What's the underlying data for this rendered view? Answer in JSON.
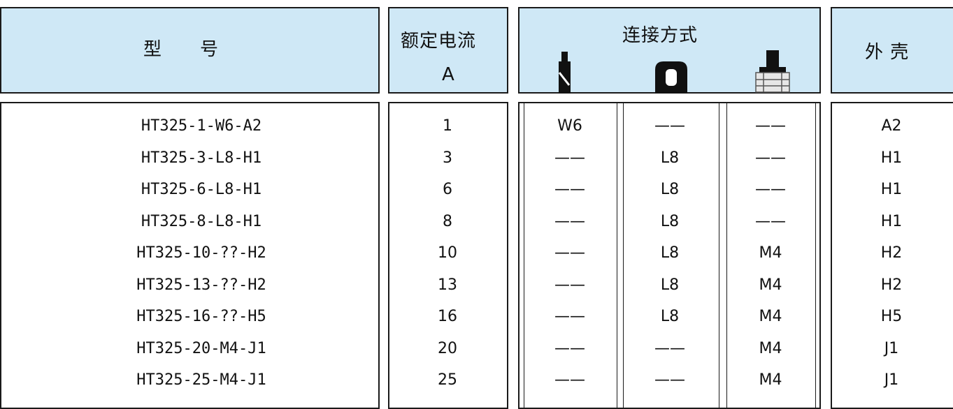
{
  "header": {
    "model_label": "型　　号",
    "current_label_line1": "额定电流",
    "current_label_line2": "A",
    "connection_label": "连接方式",
    "housing_label": "外 壳"
  },
  "connection_icons": [
    "wire-lead-icon",
    "loop-terminal-icon",
    "screw-terminal-icon"
  ],
  "colors": {
    "header_bg": "#cfe8f6",
    "border": "#1a1a1a"
  },
  "rows": [
    {
      "model": "HT325-1-W6-A2",
      "current": "1",
      "w": "W6",
      "l": "——",
      "m": "——",
      "housing": "A2"
    },
    {
      "model": "HT325-3-L8-H1",
      "current": "3",
      "w": "——",
      "l": "L8",
      "m": "——",
      "housing": "H1"
    },
    {
      "model": "HT325-6-L8-H1",
      "current": "6",
      "w": "——",
      "l": "L8",
      "m": "——",
      "housing": "H1"
    },
    {
      "model": "HT325-8-L8-H1",
      "current": "8",
      "w": "——",
      "l": "L8",
      "m": "——",
      "housing": "H1"
    },
    {
      "model": "HT325-10-??-H2",
      "current": "10",
      "w": "——",
      "l": "L8",
      "m": "M4",
      "housing": "H2"
    },
    {
      "model": "HT325-13-??-H2",
      "current": "13",
      "w": "——",
      "l": "L8",
      "m": "M4",
      "housing": "H2"
    },
    {
      "model": "HT325-16-??-H5",
      "current": "16",
      "w": "——",
      "l": "L8",
      "m": "M4",
      "housing": "H5"
    },
    {
      "model": "HT325-20-M4-J1",
      "current": "20",
      "w": "——",
      "l": "——",
      "m": "M4",
      "housing": "J1"
    },
    {
      "model": "HT325-25-M4-J1",
      "current": "25",
      "w": "——",
      "l": "——",
      "m": "M4",
      "housing": "J1"
    }
  ]
}
